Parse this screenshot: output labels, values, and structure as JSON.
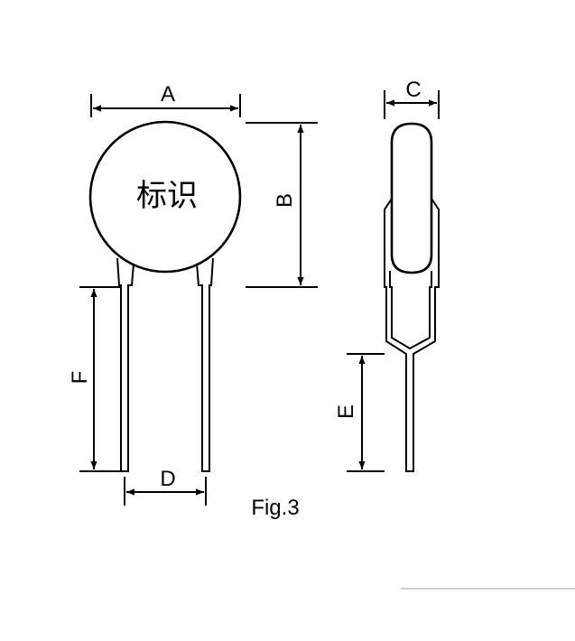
{
  "diagram": {
    "body_marking": "标识",
    "caption": "Fig.3",
    "dimensions": {
      "A": "A",
      "B": "B",
      "C": "C",
      "D": "D",
      "E": "E",
      "F": "F"
    }
  }
}
